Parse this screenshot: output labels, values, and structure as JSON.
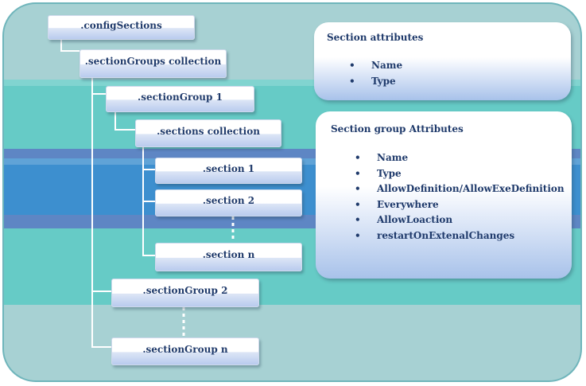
{
  "tree": {
    "root": ".configSections",
    "section_groups_collection": ".sectionGroups collection",
    "section_group_1": ".sectionGroup 1",
    "sections_collection": ".sections collection",
    "section_1": ".section 1",
    "section_2": ".section 2",
    "section_n": ".section n",
    "section_group_2": ".sectionGroup 2",
    "section_group_n": ".sectionGroup n"
  },
  "section_attributes": {
    "title": "Section attributes",
    "items": [
      "Name",
      "Type"
    ]
  },
  "section_group_attributes": {
    "title": "Section group Attributes",
    "items": [
      "Name",
      "Type",
      "AllowDefinition/AllowExeDefinition",
      "Everywhere",
      "AllowLoaction",
      "restartOnExtenalChanges"
    ]
  },
  "bullet_glyph": "•",
  "colors": {
    "outer_band": "#a7d1d3",
    "mid_band": "#66cbc6",
    "center_band": "#3d8fcf",
    "text": "#1f3a6b",
    "connector": "#ffffff"
  }
}
